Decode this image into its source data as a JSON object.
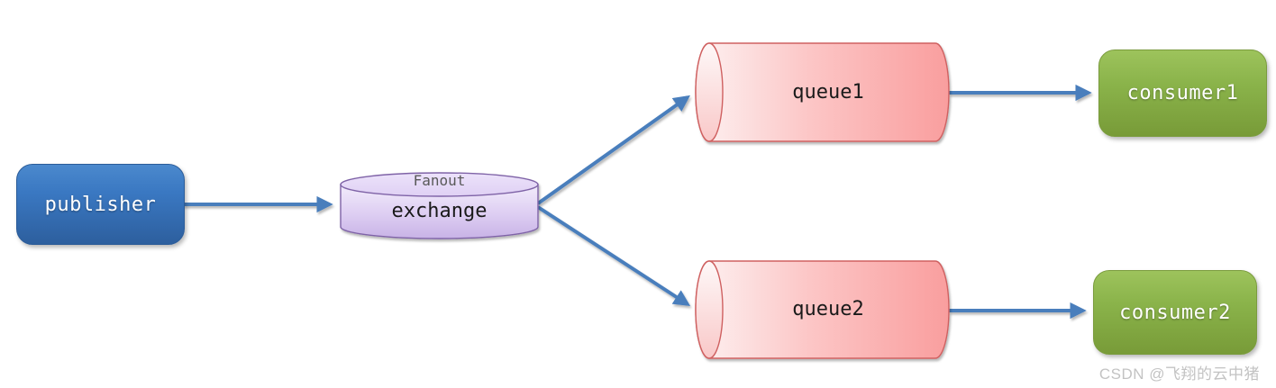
{
  "diagram": {
    "nodes": {
      "publisher": {
        "label": "publisher"
      },
      "exchange": {
        "label": "exchange",
        "type_label": "Fanout"
      },
      "queue1": {
        "label": "queue1"
      },
      "queue2": {
        "label": "queue2"
      },
      "consumer1": {
        "label": "consumer1"
      },
      "consumer2": {
        "label": "consumer2"
      }
    },
    "edges": [
      {
        "from": "publisher",
        "to": "exchange"
      },
      {
        "from": "exchange",
        "to": "queue1"
      },
      {
        "from": "exchange",
        "to": "queue2"
      },
      {
        "from": "queue1",
        "to": "consumer1"
      },
      {
        "from": "queue2",
        "to": "consumer2"
      }
    ],
    "colors": {
      "arrow": "#4a7ebc",
      "publisher_fill": "#3a78c2",
      "publisher_border": "#2b5c99",
      "exchange_fill": "#ddcdf2",
      "exchange_border": "#7f63a7",
      "queue_fill": "#fbb4b4",
      "queue_border": "#cf6161",
      "consumer_fill": "#8ab34a",
      "consumer_border": "#7b9c3e",
      "label_text": "#1a1a1a",
      "fanout_text": "#595959",
      "watermark_text": "#c3c3c3"
    }
  },
  "watermark": {
    "text": "CSDN @飞翔的云中猪"
  }
}
